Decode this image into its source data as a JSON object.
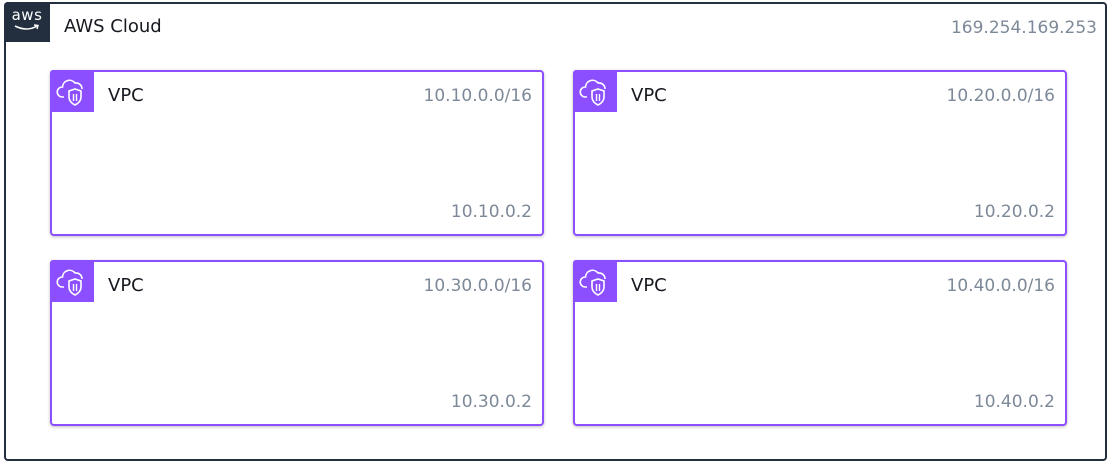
{
  "cloud": {
    "badge": "aws",
    "title": "AWS Cloud",
    "ip": "169.254.169.253",
    "border_color": "#232f3e"
  },
  "vpc_icon": "vpc-cloud-shield-icon",
  "vpc_color": "#8c4fff",
  "vpcs": [
    {
      "label": "VPC",
      "cidr": "10.10.0.0/16",
      "ip": "10.10.0.2"
    },
    {
      "label": "VPC",
      "cidr": "10.20.0.0/16",
      "ip": "10.20.0.2"
    },
    {
      "label": "VPC",
      "cidr": "10.30.0.0/16",
      "ip": "10.30.0.2"
    },
    {
      "label": "VPC",
      "cidr": "10.40.0.0/16",
      "ip": "10.40.0.2"
    }
  ]
}
